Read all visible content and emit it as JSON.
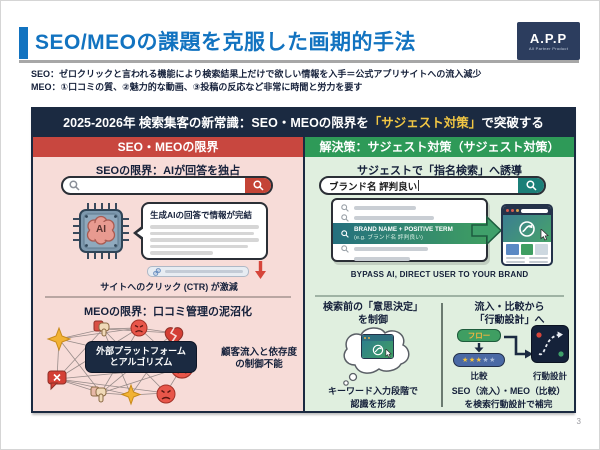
{
  "header": {
    "title": "SEO/MEOの課題を克服した画期的手法",
    "logo_main": "A.P.P",
    "logo_sub": "All Partner Product",
    "intro_line1": "SEO：ゼロクリックと言われる機能により検索結果上だけで欲しい情報を入手＝公式アプリサイトへの流入減少",
    "intro_line2": "MEO：①口コミの質、②魅力的な動画、③投稿の反応など非常に時間と労力を要す"
  },
  "banner": {
    "prefix": "2025-2026年 検索集客の新常識：SEO・MEOの限界を",
    "highlight": "「サジェスト対策」",
    "suffix": "で突破する"
  },
  "left_column": {
    "header": "SEO・MEOの限界",
    "seo_section": {
      "heading": "SEOの限界：AIが回答を独占",
      "chip_label": "AI",
      "bubble_title": "生成AIの回答で情報が完結",
      "ctr_caption": "サイトへのクリック (CTR) が激減"
    },
    "meo_section": {
      "heading": "MEOの限界：口コミ管理の泥沼化",
      "platform_line1": "外部プラットフォーム",
      "platform_line2": "とアルゴリズム",
      "note_line1": "顧客流入と依存度",
      "note_line2": "の制御不能"
    }
  },
  "right_column": {
    "header": "解決策：サジェスト対策（サジェスト対策）",
    "suggest_section": {
      "heading": "サジェストで「指名検索」へ誘導",
      "search_value": "ブランド名 評判良い",
      "suggestion_title": "BRAND NAME + POSITIVE TERM",
      "suggestion_sub": "(e.g. ブランド名 評判良い)",
      "caption": "BYPASS AI, DIRECT USER TO YOUR BRAND"
    },
    "decision_section": {
      "heading_line1": "検索前の「意思決定」",
      "heading_line2": "を制御",
      "caption_line1": "キーワード入力段階で",
      "caption_line2": "認識を形成"
    },
    "design_section": {
      "heading_line1": "流入・比較から",
      "heading_line2": "「行動設計」へ",
      "flow_label": "フロー",
      "stars_filled": "★★★",
      "stars_empty": "★★",
      "compare_label": "比較",
      "design_label": "行動設計",
      "caption_line1": "SEO（流入）・MEO（比較）",
      "caption_line2": "を検索行動設計で補完"
    }
  },
  "footer": {
    "page_number": "3"
  },
  "colors": {
    "accent_blue": "#1273c0",
    "banner_navy": "#1b2a41",
    "alert_red": "#c8473f",
    "solution_green": "#2e9a58",
    "highlight_yellow": "#f2c744",
    "left_bg_pink": "#f7dcd8",
    "right_bg_green": "#e0efdf"
  }
}
